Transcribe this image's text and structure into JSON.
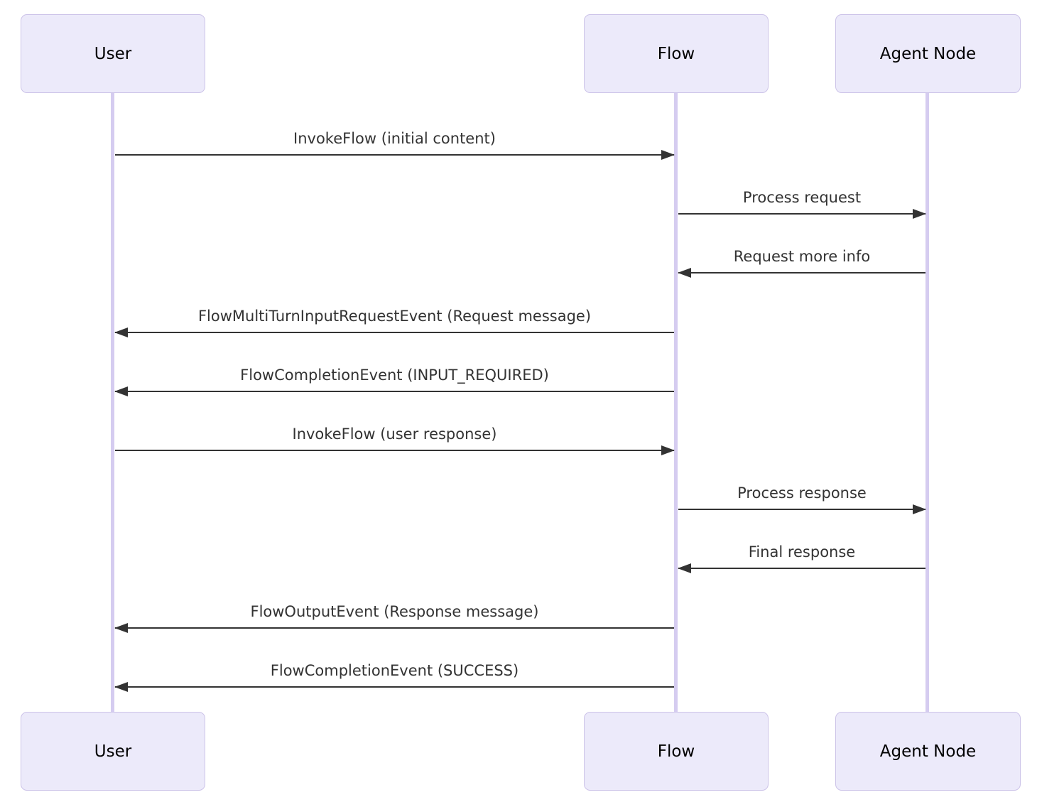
{
  "diagram": {
    "type": "sequence",
    "participants": [
      {
        "name": "User"
      },
      {
        "name": "Flow"
      },
      {
        "name": "Agent Node"
      }
    ],
    "messages": [
      {
        "from": "User",
        "to": "Flow",
        "label": "InvokeFlow (initial content)"
      },
      {
        "from": "Flow",
        "to": "Agent Node",
        "label": "Process request"
      },
      {
        "from": "Agent Node",
        "to": "Flow",
        "label": "Request more info"
      },
      {
        "from": "Flow",
        "to": "User",
        "label": "FlowMultiTurnInputRequestEvent (Request message)"
      },
      {
        "from": "Flow",
        "to": "User",
        "label": "FlowCompletionEvent (INPUT_REQUIRED)"
      },
      {
        "from": "User",
        "to": "Flow",
        "label": "InvokeFlow (user response)"
      },
      {
        "from": "Flow",
        "to": "Agent Node",
        "label": "Process response"
      },
      {
        "from": "Agent Node",
        "to": "Flow",
        "label": "Final response"
      },
      {
        "from": "Flow",
        "to": "User",
        "label": "FlowOutputEvent (Response message)"
      },
      {
        "from": "Flow",
        "to": "User",
        "label": "FlowCompletionEvent (SUCCESS)"
      }
    ],
    "colors": {
      "actor_fill": "#ECEAFA",
      "actor_border": "#CCC3E8",
      "lifeline": "#D5CCF0",
      "arrow": "#333333",
      "message_text": "#333333",
      "actor_text": "#000000",
      "background": "#FFFFFF"
    }
  }
}
